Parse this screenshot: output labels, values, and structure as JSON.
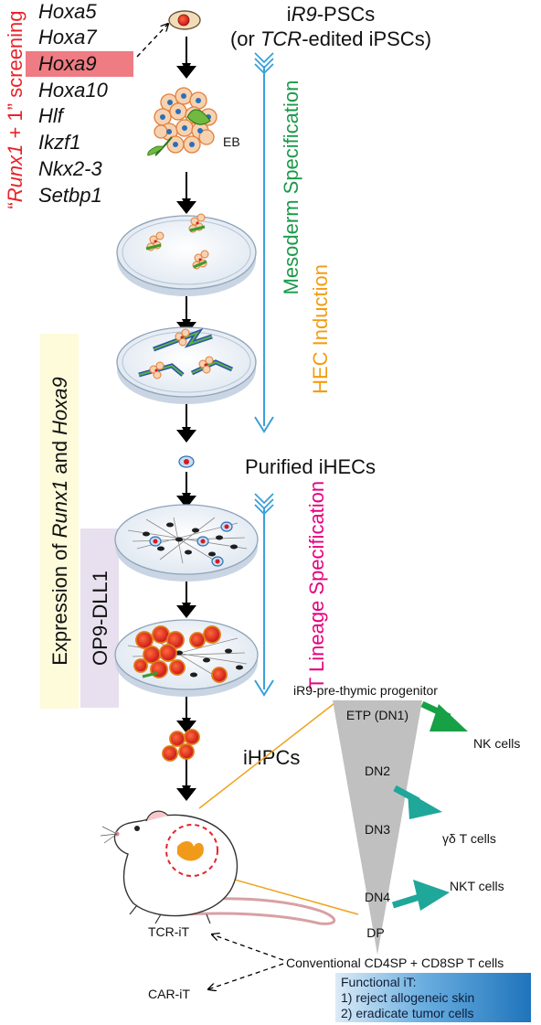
{
  "screening": {
    "label_parts": [
      "“",
      "Runx1",
      " + 1” screening"
    ],
    "genes": [
      "Hoxa5",
      "Hoxa7",
      "Hoxa9",
      "Hoxa10",
      "Hlf",
      "Ikzf1",
      "Nkx2-3",
      "Setbp1"
    ],
    "highlighted_gene": "Hoxa9"
  },
  "source": {
    "line1_parts": [
      "i",
      "R9",
      "-PSCs"
    ],
    "line2_parts": [
      "(or ",
      "TCR",
      "-edited iPSCs)"
    ]
  },
  "eb_label": "EB",
  "mesoderm_label": "Mesoderm Specification",
  "hec_label": "HEC Induction",
  "purified_label": "Purified iHECs",
  "t_lineage_label": "T Lineage Specification",
  "expression_parts": [
    "Expression of ",
    "Runx1",
    " and ",
    "Hoxa9"
  ],
  "op9_label": "OP9-DLL1",
  "ihpc_label": "iHPCs",
  "progenitor_label": "iR9-pre-thymic progenitor",
  "stages": [
    "ETP (DN1)",
    "DN2",
    "DN3",
    "DN4",
    "DP"
  ],
  "fates": {
    "nk": "NK cells",
    "gd": "γδ T cells",
    "nkt": "NKT cells"
  },
  "conventional_label": "Conventional CD4SP + CD8SP T cells",
  "tcr_it": "TCR-iT",
  "car_it": "CAR-iT",
  "functional": {
    "title": "Functional iT:",
    "items": [
      "1) reject allogeneic skin",
      "2) eradicate tumor cells"
    ]
  },
  "colors": {
    "red_label": "#e8232a",
    "green_label": "#1a9a4a",
    "orange_label": "#f39c12",
    "magenta_label": "#e6007e",
    "blue_arrow": "#3aa0d8",
    "highlight": "#ef7b83",
    "expression_bg": "#fdfbd9",
    "op9_bg": "#e8e0ee",
    "triangle": "#c0c0c0",
    "fate_green": "#17a046",
    "fate_teal": "#1fa79a",
    "orange_line": "#f0a21b",
    "functional_box": "#2d86c8"
  }
}
